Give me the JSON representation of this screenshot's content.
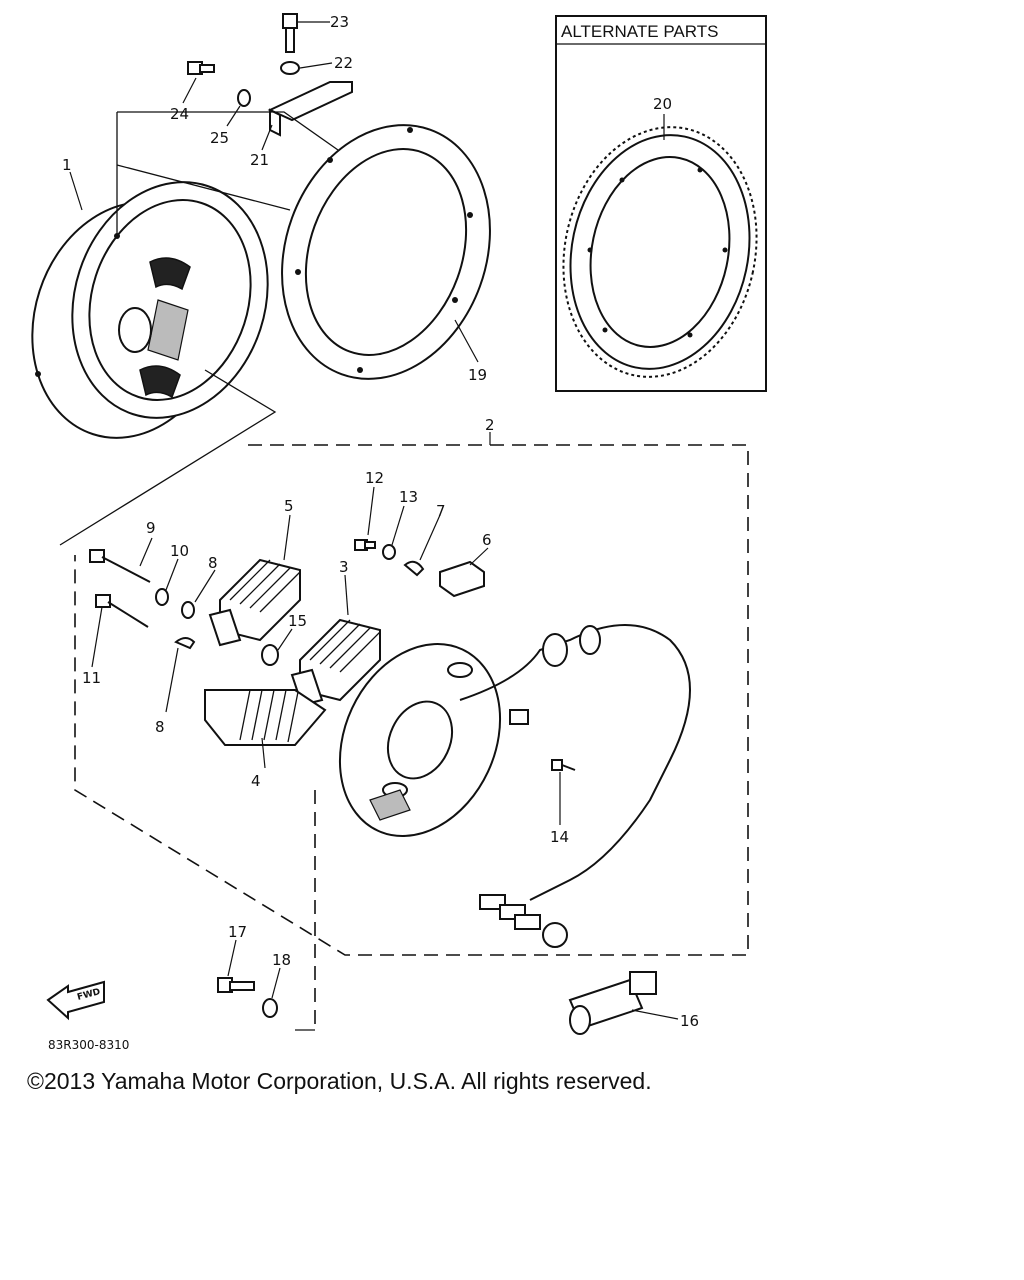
{
  "diagram": {
    "alternate_parts_title": "ALTERNATE PARTS",
    "part_code": "83R300-8310",
    "fwd_label": "FWD",
    "callouts": [
      "1",
      "2",
      "3",
      "4",
      "5",
      "6",
      "7",
      "8",
      "8",
      "9",
      "10",
      "11",
      "12",
      "13",
      "14",
      "15",
      "16",
      "17",
      "18",
      "19",
      "20",
      "21",
      "22",
      "23",
      "24",
      "25"
    ]
  },
  "footer": {
    "copyright": "©2013 Yamaha Motor Corporation, U.S.A. All rights reserved."
  }
}
